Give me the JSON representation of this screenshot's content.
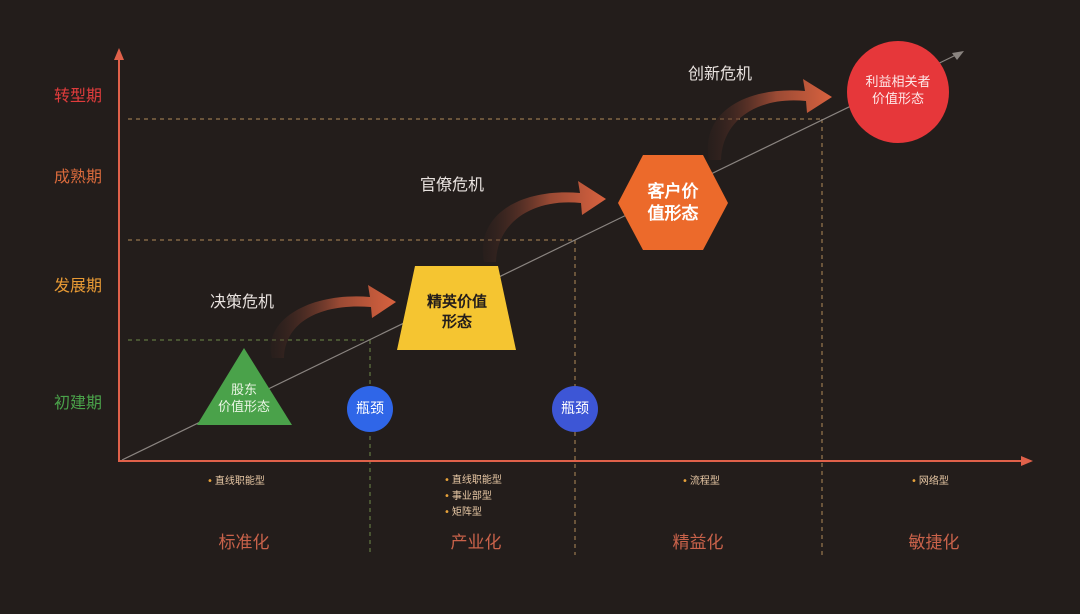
{
  "stages": {
    "transform": {
      "label": "转型期",
      "color": "#e03c3c"
    },
    "mature": {
      "label": "成熟期",
      "color": "#d96a3c"
    },
    "growth": {
      "label": "发展期",
      "color": "#e89a34"
    },
    "startup": {
      "label": "初建期",
      "color": "#4aa24a"
    }
  },
  "crises": {
    "decision": "决策危机",
    "bureaucracy": "官僚危机",
    "innovation": "创新危机"
  },
  "shapes": {
    "shareholder": {
      "line1": "股东",
      "line2": "价值形态",
      "color": "#4aa24a"
    },
    "elite": {
      "line1": "精英价值",
      "line2": "形态",
      "color": "#f5c531"
    },
    "customer": {
      "line1": "客户价",
      "line2": "值形态",
      "color": "#ec6a2b"
    },
    "stakeholder": {
      "line1": "利益相关者",
      "line2": "价值形态",
      "color": "#e6373a"
    }
  },
  "bottlenecks": {
    "first": "瓶颈",
    "second": "瓶颈",
    "color": "#2f66e8"
  },
  "org_types": {
    "standard": [
      "直线职能型"
    ],
    "industrial": [
      "直线职能型",
      "事业部型",
      "矩阵型"
    ],
    "lean": [
      "流程型"
    ],
    "agile": [
      "网络型"
    ]
  },
  "eras": {
    "standard": "标准化",
    "industrial": "产业化",
    "lean": "精益化",
    "agile": "敏捷化"
  },
  "colors": {
    "axis": "#e0614a",
    "background": "#231d1b"
  }
}
